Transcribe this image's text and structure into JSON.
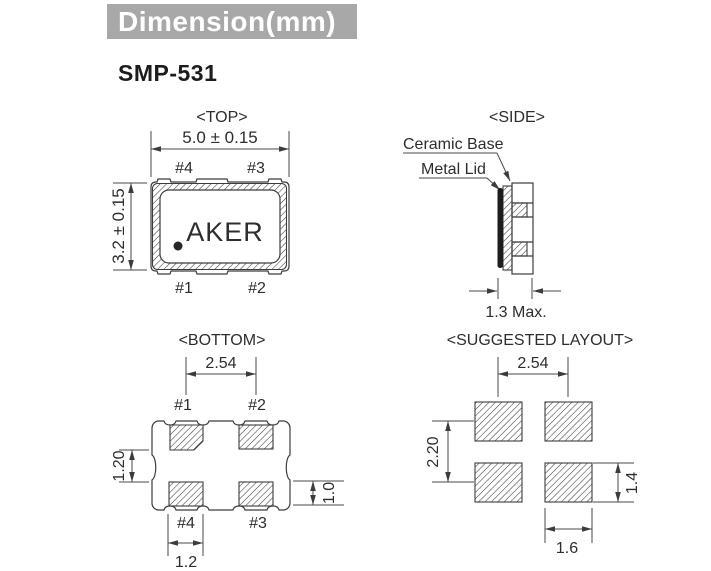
{
  "header": {
    "banner": "Dimension(mm)",
    "model": "SMP-531"
  },
  "colors": {
    "banner_bg": "#a8a8a8",
    "banner_text": "#ffffff",
    "line": "#3c3c3c",
    "text": "#2d2d2d",
    "lid_fill": "#1d1d1d"
  },
  "top_view": {
    "title": "<TOP>",
    "marking": "AKER",
    "width_dim": "5.0 ± 0.15",
    "height_dim": "3.2 ± 0.15",
    "pads": {
      "top_left": "#4",
      "top_right": "#3",
      "bottom_left": "#1",
      "bottom_right": "#2"
    }
  },
  "side_view": {
    "title": "<SIDE>",
    "ceramic_base_label": "Ceramic Base",
    "metal_lid_label": "Metal Lid",
    "thickness_dim": "1.3 Max."
  },
  "bottom_view": {
    "title": "<BOTTOM>",
    "pitch_dim": "2.54",
    "pad_gap_dim": "1.20",
    "pad_height_dim": "1.0",
    "pad_width_dim": "1.2",
    "pads": {
      "top_left": "#1",
      "top_right": "#2",
      "bottom_left": "#4",
      "bottom_right": "#3"
    }
  },
  "layout_view": {
    "title": "<SUGGESTED LAYOUT>",
    "pitch_x_dim": "2.54",
    "pitch_y_dim": "2.20",
    "pad_height_dim": "1.4",
    "pad_width_dim": "1.6"
  }
}
